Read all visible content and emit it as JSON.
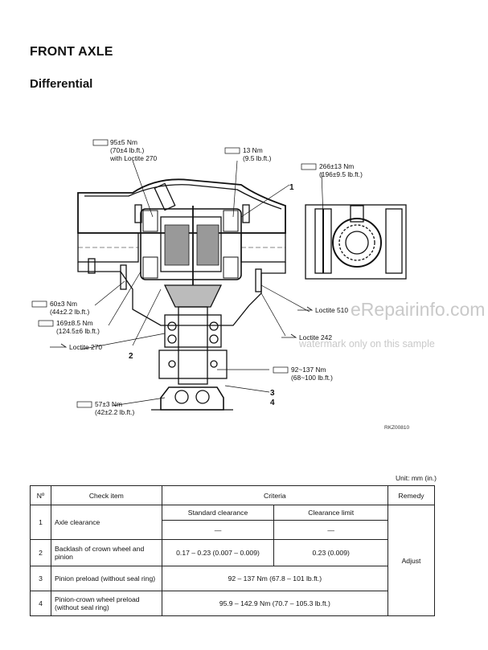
{
  "title": "FRONT AXLE",
  "subtitle": "Differential",
  "labels": {
    "t95_a": "95±5 Nm",
    "t95_b": "(70±4 lb.ft.)",
    "t95_c": "with Loctite 270",
    "t13_a": "13 Nm",
    "t13_b": "(9.5 lb.ft.)",
    "t266_a": "266±13 Nm",
    "t266_b": "(196±9.5 lb.ft.)",
    "t60_a": "60±3 Nm",
    "t60_b": "(44±2.2 lb.ft.)",
    "t169_a": "169±8.5 Nm",
    "t169_b": "(124.5±6 lb.ft.)",
    "loctite270": "Loctite 270",
    "loctite510": "Loctite 510",
    "loctite242": "Loctite 242",
    "t92_a": "92~137 Nm",
    "t92_b": "(68~100 lb.ft.)",
    "t57_a": "57±3 Nm",
    "t57_b": "(42±2.2 lb.ft.)",
    "n1": "1",
    "n2": "2",
    "n3": "3",
    "n4": "4",
    "fig_code": "RKZ00810"
  },
  "watermark": {
    "line1": "eRepairinfo.com",
    "line2": "watermark only on this sample"
  },
  "unit_note": "Unit: mm (in.)",
  "table": {
    "headers": {
      "no": "Nº",
      "check_item": "Check item",
      "criteria": "Criteria",
      "remedy": "Remedy",
      "std_clearance": "Standard clearance",
      "clearance_limit": "Clearance limit"
    },
    "rows": [
      {
        "no": "1",
        "item": "Axle clearance",
        "std": "—",
        "limit": "—"
      },
      {
        "no": "2",
        "item": "Backlash of crown wheel and pinion",
        "std": "0.17 – 0.23 (0.007 – 0.009)",
        "limit": "0.23 (0.009)"
      },
      {
        "no": "3",
        "item": "Pinion preload (without seal ring)",
        "criteria": "92 – 137 Nm (67.8 – 101 lb.ft.)"
      },
      {
        "no": "4",
        "item": "Pinion-crown wheel preload (without seal ring)",
        "criteria": "95.9 – 142.9 Nm (70.7 – 105.3 lb.ft.)"
      }
    ],
    "remedy": "Adjust"
  }
}
